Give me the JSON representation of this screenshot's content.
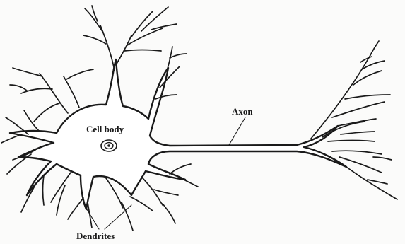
{
  "labels": {
    "cell_body": "Cell body",
    "axon": "Axon",
    "dendrites": "Dendrites"
  },
  "colors": {
    "ink": "#1a1a1a",
    "paper": "#fbfbfa"
  }
}
